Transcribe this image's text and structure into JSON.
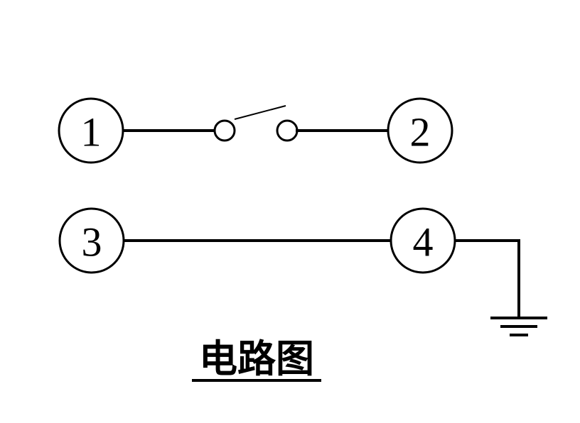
{
  "diagram": {
    "terminals": [
      {
        "id": "1",
        "label": "1"
      },
      {
        "id": "2",
        "label": "2"
      },
      {
        "id": "3",
        "label": "3"
      },
      {
        "id": "4",
        "label": "4"
      }
    ],
    "caption": "电路图",
    "colors": {
      "line": "#000000",
      "background": "#ffffff"
    },
    "icons": {
      "switch": "open-switch-icon",
      "ground": "ground-icon"
    }
  }
}
